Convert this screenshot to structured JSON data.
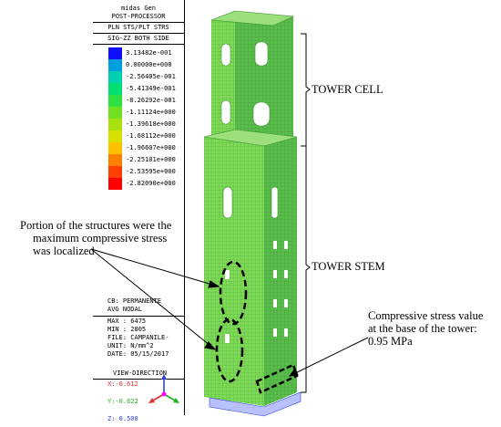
{
  "panel": {
    "app": "midas Gen",
    "mode": "POST-PROCESSOR",
    "result_type": "PLN STS/PLT STRS",
    "component": "SIG-ZZ BOTH SIDE",
    "legend": [
      {
        "label": "3.13482e-001",
        "color": "#1010ff"
      },
      {
        "label": "0.00000e+000",
        "color": "#00a0e0"
      },
      {
        "label": "-2.56405e-001",
        "color": "#00d0b0"
      },
      {
        "label": "-5.41349e-001",
        "color": "#00e070"
      },
      {
        "label": "-8.26292e-001",
        "color": "#30e040"
      },
      {
        "label": "-1.11124e+000",
        "color": "#70e020"
      },
      {
        "label": "-1.39618e+000",
        "color": "#a8e010"
      },
      {
        "label": "-1.68112e+000",
        "color": "#d8e000"
      },
      {
        "label": "-1.96607e+000",
        "color": "#ffc000"
      },
      {
        "label": "-2.25101e+000",
        "color": "#ff8000"
      },
      {
        "label": "-2.53595e+000",
        "color": "#ff4000"
      },
      {
        "label": "-2.82090e+000",
        "color": "#ff0000"
      }
    ],
    "info": {
      "cb": "CB: PERMANENTE",
      "avg": "AVG NODAL",
      "max": "MAX : 6475",
      "min": "MIN : 2805",
      "file": "FILE: CAMPANILE-",
      "unit": "UNIT: N/mm^2",
      "date": "DATE: 05/15/2017"
    },
    "view": {
      "title": "VIEW-DIRECTION",
      "x": "X:-0.612",
      "y": "Y:-0.622",
      "z": "Z: 0.500"
    }
  },
  "annotations": {
    "tower_cell": "TOWER CELL",
    "tower_stem": "TOWER STEM",
    "portion_line1": "Portion of the structures were the",
    "portion_line2": "maximum compressive stress",
    "portion_line3": "was localized",
    "base_line1": "Compressive stress value",
    "base_line2": "at the base of the tower:",
    "base_line3": "0.95 MPa"
  },
  "colors": {
    "tower_face_light": "#7ed957",
    "tower_face_dark": "#52b848",
    "axis_x": "#e03030",
    "axis_y": "#20b020",
    "axis_z": "#3040e0"
  }
}
